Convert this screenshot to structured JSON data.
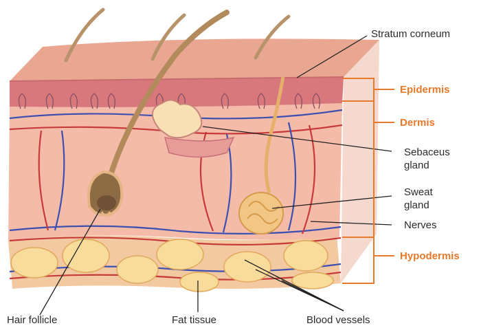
{
  "colors": {
    "accent_orange": "#e8782a",
    "skin_surface": "#e9a48f",
    "epidermis_band": "#d9777a",
    "dermis": "#f3b9a6",
    "fat": "#f6d9a0",
    "blood_red": "#c73a3a",
    "blood_blue": "#3d4fb0",
    "hair": "#b8936a"
  },
  "labels": {
    "stratum_corneum": "Stratum corneum",
    "sebaceus_line1": "Sebaceus",
    "sebaceus_line2": "gland",
    "sweat_line1": "Sweat",
    "sweat_line2": "gland",
    "nerves": "Nerves",
    "hair_follicle": "Hair follicle",
    "fat_tissue": "Fat tissue",
    "blood_vessels": "Blood vessels"
  },
  "layers": {
    "epidermis": "Epidermis",
    "dermis": "Dermis",
    "hypodermis": "Hypodermis"
  }
}
